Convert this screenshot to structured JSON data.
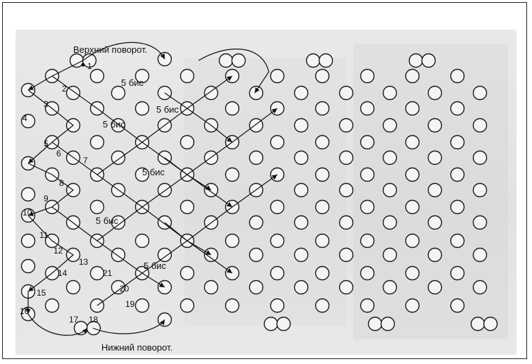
{
  "top_label": "Верхний поворот.",
  "bottom_label": "Нижний поворот.",
  "bis_label": "5 бис",
  "bead_numbers": [
    "1",
    "2",
    "3",
    "4",
    "5",
    "6",
    "7",
    "8",
    "9",
    "10",
    "11",
    "12",
    "13",
    "14",
    "15",
    "16",
    "17",
    "18",
    "19",
    "20",
    "21"
  ],
  "colors": {
    "bead": "#1a1a1a",
    "background": "#e6e6e6",
    "frame": "#222222"
  }
}
